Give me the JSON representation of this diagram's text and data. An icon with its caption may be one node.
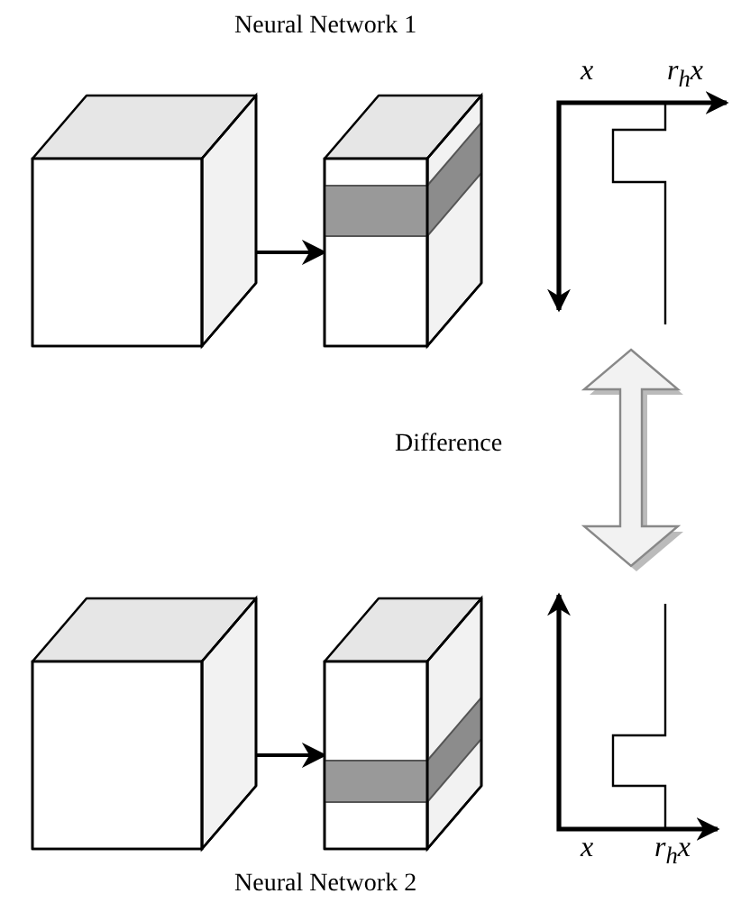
{
  "diagram": {
    "nodes": [
      {
        "text": [],
        "shape": "cube"
      },
      {
        "text": [],
        "shape": "cube"
      },
      {
        "text": [],
        "shape": "plot"
      },
      {
        "text": [],
        "shape": "cube"
      },
      {
        "text": [],
        "shape": "cube"
      },
      {
        "text": [],
        "shape": "plot"
      }
    ],
    "edges": [
      {
        "from": 0,
        "to": 1,
        "arrow": "to"
      },
      {
        "from": 2,
        "to": 5,
        "arrow": "both",
        "style": "thick"
      },
      {
        "from": 3,
        "to": 4,
        "arrow": "to"
      }
    ],
    "labels": [
      "Neural Network 1",
      "x",
      "r$_{h}$x",
      "Difference",
      "x",
      "r$_{h}$x",
      "Neural Network 2"
    ]
  }
}
